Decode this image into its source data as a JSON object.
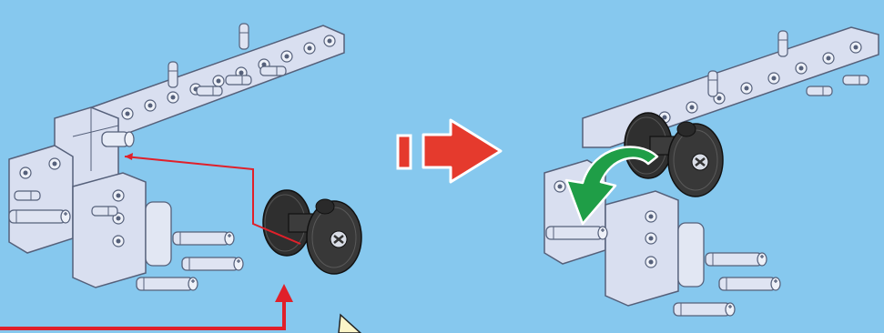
{
  "page": {
    "background": "#86c8ee"
  },
  "colors": {
    "part_fill": "#d9dff0",
    "part_stroke": "#55607a",
    "dark_part": "#3a3a3a",
    "dark_part_edge": "#1e1e1e",
    "guide_line": "#e0202a",
    "step_arrow": "#e53a2d",
    "turn_arrow": "#1f9e47",
    "callout": "#fbf5c8"
  },
  "panels": [
    {
      "name": "before",
      "content": "beam-assembly-with-wheel-to-attach"
    },
    {
      "name": "after",
      "content": "beam-assembly-with-wheel-attached-rotate"
    }
  ],
  "icons": {
    "step": "next-step-arrow-icon",
    "rotate": "rotate-arrow-icon",
    "insert": "insert-direction-arrow-icon"
  }
}
